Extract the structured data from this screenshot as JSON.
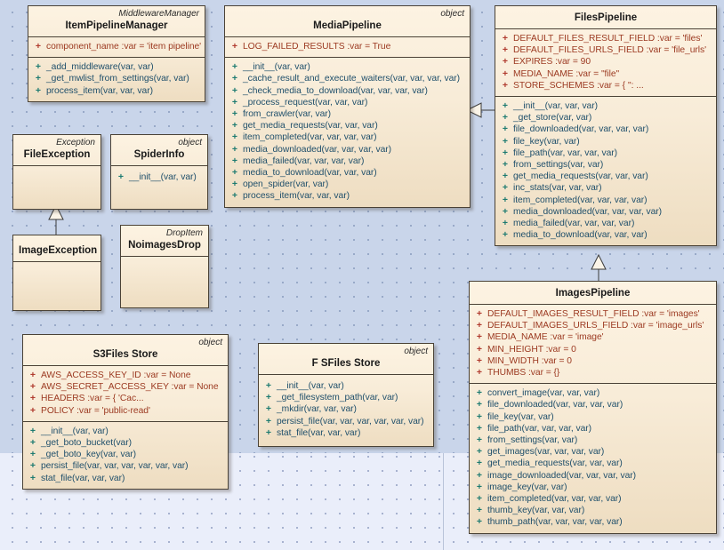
{
  "diagram": {
    "title": "UML Class Diagram",
    "background_color": "#c9d5ea",
    "class_fill_color": "#f8ecd8",
    "class_border_color": "#4a4236",
    "attribute_color": "#9c3a22",
    "operation_color": "#1f4f6b"
  },
  "classes": [
    {
      "id": "ItemPipelineManager",
      "stereotype": "MiddlewareManager",
      "name": "ItemPipelineManager",
      "attributes": [
        {
          "vis": "+",
          "text": "component_name  :var = 'item pipeline'"
        }
      ],
      "operations": [
        {
          "vis": "+",
          "text": "_add_middleware(var, var)"
        },
        {
          "vis": "+",
          "text": "_get_mwlist_from_settings(var, var)"
        },
        {
          "vis": "+",
          "text": "process_item(var, var, var)"
        }
      ]
    },
    {
      "id": "MediaPipeline",
      "stereotype": "object",
      "name": "MediaPipeline",
      "attributes": [
        {
          "vis": "+",
          "text": "LOG_FAILED_RESULTS  :var = True"
        }
      ],
      "operations": [
        {
          "vis": "+",
          "text": "__init__(var, var)"
        },
        {
          "vis": "+",
          "text": "_cache_result_and_execute_waiters(var, var, var, var)"
        },
        {
          "vis": "+",
          "text": "_check_media_to_download(var, var, var, var)"
        },
        {
          "vis": "+",
          "text": "_process_request(var, var, var)"
        },
        {
          "vis": "+",
          "text": "from_crawler(var, var)"
        },
        {
          "vis": "+",
          "text": "get_media_requests(var, var, var)"
        },
        {
          "vis": "+",
          "text": "item_completed(var, var, var, var)"
        },
        {
          "vis": "+",
          "text": "media_downloaded(var, var, var, var)"
        },
        {
          "vis": "+",
          "text": "media_failed(var, var, var, var)"
        },
        {
          "vis": "+",
          "text": "media_to_download(var, var, var)"
        },
        {
          "vis": "+",
          "text": "open_spider(var, var)"
        },
        {
          "vis": "+",
          "text": "process_item(var, var, var)"
        }
      ]
    },
    {
      "id": "FilesPipeline",
      "stereotype": "",
      "name": "FilesPipeline",
      "attributes": [
        {
          "vis": "+",
          "text": "DEFAULT_FILES_RESULT_FIELD  :var = 'files'"
        },
        {
          "vis": "+",
          "text": "DEFAULT_FILES_URLS_FIELD  :var = 'file_urls'"
        },
        {
          "vis": "+",
          "text": "EXPIRES  :var = 90"
        },
        {
          "vis": "+",
          "text": "MEDIA_NAME  :var = \"file\""
        },
        {
          "vis": "+",
          "text": "STORE_SCHEMES  :var = {        '': ..."
        }
      ],
      "operations": [
        {
          "vis": "+",
          "text": "__init__(var, var, var)"
        },
        {
          "vis": "+",
          "text": "_get_store(var, var)"
        },
        {
          "vis": "+",
          "text": "file_downloaded(var, var, var, var)"
        },
        {
          "vis": "+",
          "text": "file_key(var, var)"
        },
        {
          "vis": "+",
          "text": "file_path(var, var, var, var)"
        },
        {
          "vis": "+",
          "text": "from_settings(var, var)"
        },
        {
          "vis": "+",
          "text": "get_media_requests(var, var, var)"
        },
        {
          "vis": "+",
          "text": "inc_stats(var, var, var)"
        },
        {
          "vis": "+",
          "text": "item_completed(var, var, var, var)"
        },
        {
          "vis": "+",
          "text": "media_downloaded(var, var, var, var)"
        },
        {
          "vis": "+",
          "text": "media_failed(var, var, var, var)"
        },
        {
          "vis": "+",
          "text": "media_to_download(var, var, var)"
        }
      ]
    },
    {
      "id": "ImagesPipeline",
      "stereotype": "",
      "name": "ImagesPipeline",
      "attributes": [
        {
          "vis": "+",
          "text": "DEFAULT_IMAGES_RESULT_FIELD  :var = 'images'"
        },
        {
          "vis": "+",
          "text": "DEFAULT_IMAGES_URLS_FIELD  :var = 'image_urls'"
        },
        {
          "vis": "+",
          "text": "MEDIA_NAME  :var = 'image'"
        },
        {
          "vis": "+",
          "text": "MIN_HEIGHT  :var = 0"
        },
        {
          "vis": "+",
          "text": "MIN_WIDTH  :var = 0"
        },
        {
          "vis": "+",
          "text": "THUMBS  :var = {}"
        }
      ],
      "operations": [
        {
          "vis": "+",
          "text": "convert_image(var, var, var)"
        },
        {
          "vis": "+",
          "text": "file_downloaded(var, var, var, var)"
        },
        {
          "vis": "+",
          "text": "file_key(var, var)"
        },
        {
          "vis": "+",
          "text": "file_path(var, var, var, var)"
        },
        {
          "vis": "+",
          "text": "from_settings(var, var)"
        },
        {
          "vis": "+",
          "text": "get_images(var, var, var, var)"
        },
        {
          "vis": "+",
          "text": "get_media_requests(var, var, var)"
        },
        {
          "vis": "+",
          "text": "image_downloaded(var, var, var, var)"
        },
        {
          "vis": "+",
          "text": "image_key(var, var)"
        },
        {
          "vis": "+",
          "text": "item_completed(var, var, var, var)"
        },
        {
          "vis": "+",
          "text": "thumb_key(var, var, var)"
        },
        {
          "vis": "+",
          "text": "thumb_path(var, var, var, var, var)"
        }
      ]
    },
    {
      "id": "FileException",
      "stereotype": "Exception",
      "name": "FileException",
      "attributes": [],
      "operations": []
    },
    {
      "id": "SpiderInfo",
      "stereotype": "object",
      "name": "SpiderInfo",
      "attributes": [],
      "operations": [
        {
          "vis": "+",
          "text": "__init__(var, var)"
        }
      ]
    },
    {
      "id": "ImageException",
      "stereotype": "",
      "name": "ImageException",
      "attributes": [],
      "operations": []
    },
    {
      "id": "NoimagesDrop",
      "stereotype": "DropItem",
      "name": "NoimagesDrop",
      "attributes": [],
      "operations": []
    },
    {
      "id": "S3FilesStore",
      "stereotype": "object",
      "name": "S3Files Store",
      "attributes": [
        {
          "vis": "+",
          "text": "AWS_ACCESS_KEY_ID  :var = None"
        },
        {
          "vis": "+",
          "text": "AWS_SECRET_ACCESS_KEY  :var = None"
        },
        {
          "vis": "+",
          "text": "HEADERS  :var = {        'Cac..."
        },
        {
          "vis": "+",
          "text": "POLICY  :var = 'public-read'"
        }
      ],
      "operations": [
        {
          "vis": "+",
          "text": "__init__(var, var)"
        },
        {
          "vis": "+",
          "text": "_get_boto_bucket(var)"
        },
        {
          "vis": "+",
          "text": "_get_boto_key(var, var)"
        },
        {
          "vis": "+",
          "text": "persist_file(var, var, var, var, var, var)"
        },
        {
          "vis": "+",
          "text": "stat_file(var, var, var)"
        }
      ]
    },
    {
      "id": "FSFilesStore",
      "stereotype": "object",
      "name": "F SFiles Store",
      "attributes": [],
      "operations": [
        {
          "vis": "+",
          "text": "__init__(var, var)"
        },
        {
          "vis": "+",
          "text": "_get_filesystem_path(var, var)"
        },
        {
          "vis": "+",
          "text": "_mkdir(var, var, var)"
        },
        {
          "vis": "+",
          "text": "persist_file(var, var, var, var, var, var)"
        },
        {
          "vis": "+",
          "text": "stat_file(var, var, var)"
        }
      ]
    }
  ],
  "relationships": [
    {
      "type": "generalization",
      "from": "FilesPipeline",
      "to": "MediaPipeline"
    },
    {
      "type": "generalization",
      "from": "ImagesPipeline",
      "to": "FilesPipeline"
    },
    {
      "type": "generalization",
      "from": "ImageException",
      "to": "FileException"
    }
  ]
}
